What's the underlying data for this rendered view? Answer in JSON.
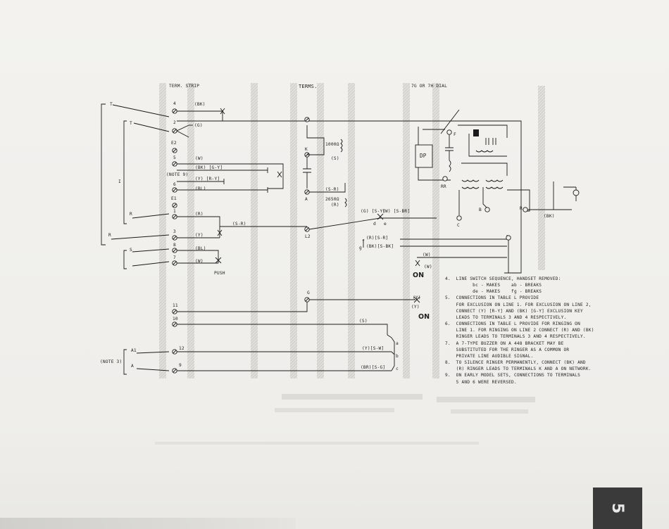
{
  "header": {
    "term_strip": "TERM. STRIP",
    "terms": "TERMS.",
    "dial": "7G OR 7H DIAL"
  },
  "leads": {
    "T": "T",
    "R": "R",
    "I": "I",
    "S": "S",
    "A": "A",
    "A1": "A1",
    "T_inner": "T",
    "R_inner": "R"
  },
  "terminals": {
    "t4": "4",
    "t2": "2",
    "tE2": "E2",
    "t5": "5",
    "t6": "6",
    "tE1": "E1",
    "t1": "1",
    "t3": "3",
    "t8": "8",
    "t7": "7",
    "t11": "11",
    "t10": "10",
    "t12": "12",
    "t9": "9",
    "tK": "K",
    "tA": "A",
    "tL2": "L2",
    "tG": "G",
    "tRR": "RR",
    "tB": "B",
    "tC": "C",
    "tF": "F",
    "tR": "R"
  },
  "colors": {
    "bk": "(BK)",
    "g": "(G)",
    "w": "(W)",
    "bk_gy": "(BK) [G-Y]",
    "y_ry": "(Y) [R-Y]",
    "bl": "(BL)",
    "r": "(R)",
    "y": "(Y)",
    "s_r": "(S-R)",
    "s": "(S)",
    "s_r2": "(S-R)",
    "ohms_2650": "2650Ω",
    "r_paren": "(R)",
    "ohms_1000": "1000Ω",
    "s2": "(S)",
    "g_sy": "(G) [S-Y]",
    "w_sbr": "(W) [S-BR]",
    "r_sr": "(R)[S-R]",
    "bk_sbk": "(BK)[S-BK]",
    "w2": "(W)",
    "w3": "(W)",
    "y1": "(Y)",
    "y2": "(Y)",
    "s3": "(S)",
    "y_sw": "(Y)[S-W]",
    "br_sg": "(BR)[S-G]",
    "bl2": "(BL)",
    "w4": "(W)",
    "bk2": "(BK)"
  },
  "labels": {
    "note9": "(NOTE 9)",
    "push": "PUSH",
    "note3": "(NOTE 3)",
    "dp": "DP",
    "on1": "ON",
    "on2": "ON",
    "d": "d",
    "e": "e",
    "f": "f",
    "g": "g",
    "a": "a",
    "b": "b",
    "c": "c"
  },
  "notes": [
    "4.  LINE SWITCH SEQUENCE, HANDSET REMOVED:",
    "          bc - MAKES    ab - BREAKS",
    "          de - MAKES    fg - BREAKS",
    "5.  CONNECTIONS IN TABLE L PROVIDE",
    "    FOR EXCLUSION ON LINE 1. FOR EXCLUSION ON LINE 2,",
    "    CONNECT (Y) [R-Y] AND (BK) [G-Y] EXCLUSION KEY",
    "    LEADS TO TERMINALS 3 AND 4 RESPECTIVELY.",
    "6.  CONNECTIONS IN TABLE L PROVIDE FOR RINGING ON",
    "    LINE 1. FOR RINGING ON LINE 2 CONNECT (R) AND (BK)",
    "    RINGER LEADS TO TERMINALS 3 AND 4 RESPECTIVELY.",
    "7.  A 7-TYPE BUZZER ON A 448 BRACKET MAY BE",
    "    SUBSTITUTED FOR THE RINGER AS A COMMON OR",
    "    PRIVATE LINE AUDIBLE SIGNAL.",
    "8.  TO SILENCE RINGER PERMANENTLY, CONNECT (BK) AND",
    "    (R) RINGER LEADS TO TERMINALS K AND A ON NETWORK.",
    "9.  ON EARLY MODEL SETS, CONNECTIONS TO TERMINALS",
    "    5 AND 6 WERE REVERSED."
  ],
  "page_number": "5"
}
